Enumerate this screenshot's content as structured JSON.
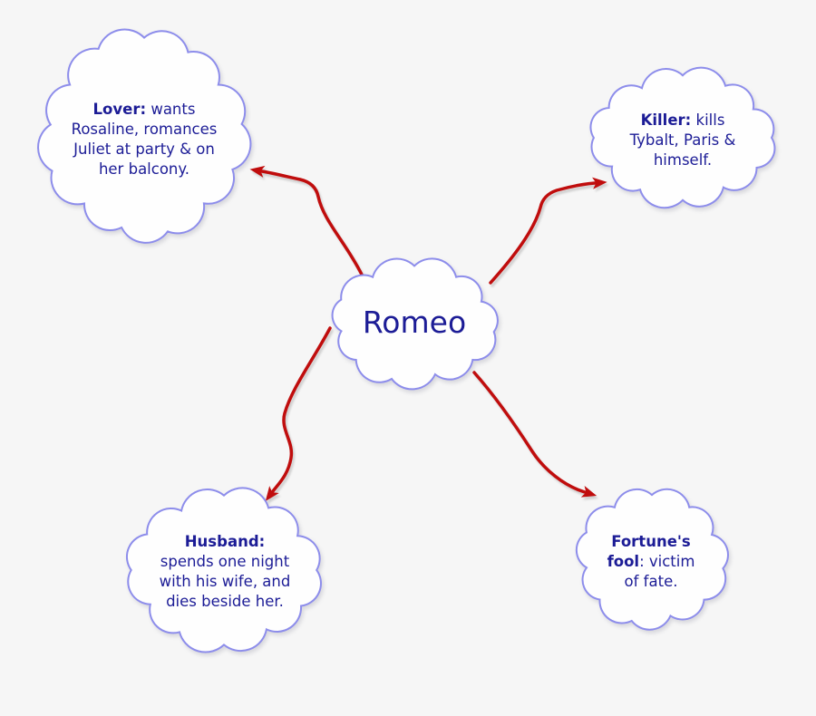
{
  "title": "Romeo character mind map",
  "colors": {
    "background": "#f6f6f6",
    "cloud_border": "#8d8deb",
    "cloud_fill": "#fefefe",
    "text": "#1c1c96",
    "arrow": "#c00d0d"
  },
  "diagram": {
    "center": {
      "id": "romeo",
      "label": "Romeo"
    },
    "nodes": [
      {
        "id": "lover",
        "lines": [
          [
            {
              "t": "Lover:",
              "b": true
            },
            {
              "t": " wants",
              "b": false
            }
          ],
          [
            {
              "t": "Rosaline, romances",
              "b": false
            }
          ],
          [
            {
              "t": "Juliet at party & on",
              "b": false
            }
          ],
          [
            {
              "t": "her balcony.",
              "b": false
            }
          ]
        ]
      },
      {
        "id": "killer",
        "lines": [
          [
            {
              "t": "Killer:",
              "b": true
            },
            {
              "t": " kills",
              "b": false
            }
          ],
          [
            {
              "t": "Tybalt, Paris &",
              "b": false
            }
          ],
          [
            {
              "t": "himself.",
              "b": false
            }
          ]
        ]
      },
      {
        "id": "husband",
        "lines": [
          [
            {
              "t": "Husband:",
              "b": true
            }
          ],
          [
            {
              "t": "spends one night",
              "b": false
            }
          ],
          [
            {
              "t": "with his wife, and",
              "b": false
            }
          ],
          [
            {
              "t": "dies beside her.",
              "b": false
            }
          ]
        ]
      },
      {
        "id": "fortune",
        "lines": [
          [
            {
              "t": "Fortune's",
              "b": true
            }
          ],
          [
            {
              "t": "fool",
              "b": true
            },
            {
              "t": ": victim",
              "b": false
            }
          ],
          [
            {
              "t": "of fate.",
              "b": false
            }
          ]
        ]
      }
    ]
  }
}
